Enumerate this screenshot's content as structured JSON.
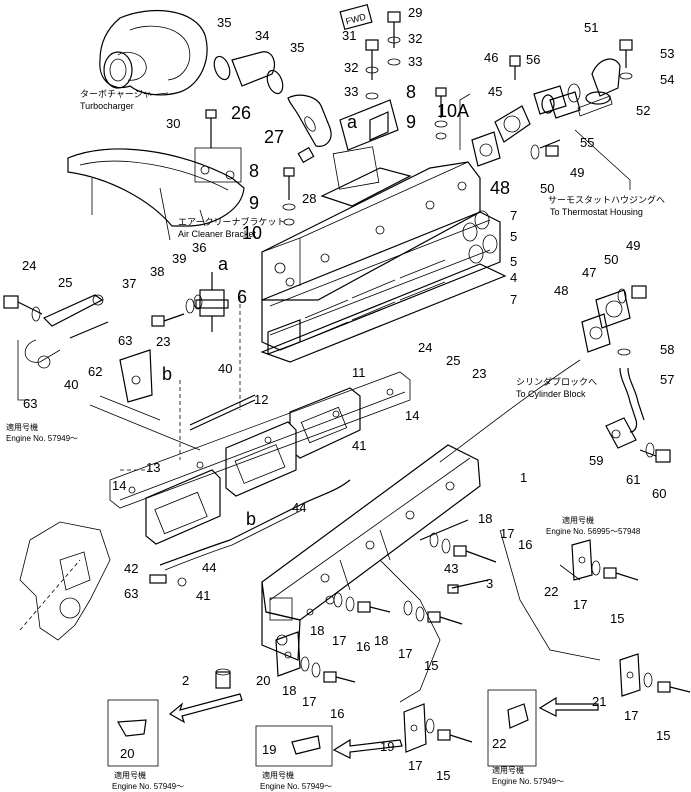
{
  "callouts": [
    {
      "id": "c35a",
      "label": "35"
    },
    {
      "id": "c34",
      "label": "34"
    },
    {
      "id": "c35b",
      "label": "35"
    },
    {
      "id": "c29",
      "label": "29"
    },
    {
      "id": "c31",
      "label": "31"
    },
    {
      "id": "c32a",
      "label": "32"
    },
    {
      "id": "c33a",
      "label": "33"
    },
    {
      "id": "c32b",
      "label": "32"
    },
    {
      "id": "c33b",
      "label": "33"
    },
    {
      "id": "c26",
      "label": "26"
    },
    {
      "id": "c33c",
      "label": "33"
    },
    {
      "id": "c30",
      "label": "30"
    },
    {
      "id": "c27",
      "label": "27"
    },
    {
      "id": "c8a",
      "label": "8"
    },
    {
      "id": "c9a",
      "label": "9"
    },
    {
      "id": "c10",
      "label": "10"
    },
    {
      "id": "c28",
      "label": "28"
    },
    {
      "id": "c36",
      "label": "36"
    },
    {
      "id": "c39",
      "label": "39"
    },
    {
      "id": "c38",
      "label": "38"
    },
    {
      "id": "c37",
      "label": "37"
    },
    {
      "id": "c6",
      "label": "6"
    },
    {
      "id": "c24a",
      "label": "24"
    },
    {
      "id": "c25a",
      "label": "25"
    },
    {
      "id": "c63a",
      "label": "63"
    },
    {
      "id": "c62",
      "label": "62"
    },
    {
      "id": "c40a",
      "label": "40"
    },
    {
      "id": "c63b",
      "label": "63"
    },
    {
      "id": "c23a",
      "label": "23"
    },
    {
      "id": "c40b",
      "label": "40"
    },
    {
      "id": "c12",
      "label": "12"
    },
    {
      "id": "c11",
      "label": "11"
    },
    {
      "id": "c13",
      "label": "13"
    },
    {
      "id": "c14a",
      "label": "14"
    },
    {
      "id": "c41a",
      "label": "41"
    },
    {
      "id": "c44a",
      "label": "44"
    },
    {
      "id": "c42",
      "label": "42"
    },
    {
      "id": "c44b",
      "label": "44"
    },
    {
      "id": "c63c",
      "label": "63"
    },
    {
      "id": "c41b",
      "label": "41"
    },
    {
      "id": "c14b",
      "label": "14"
    },
    {
      "id": "c24b",
      "label": "24"
    },
    {
      "id": "c25b",
      "label": "25"
    },
    {
      "id": "c23b",
      "label": "23"
    },
    {
      "id": "c1",
      "label": "1"
    },
    {
      "id": "c18a",
      "label": "18"
    },
    {
      "id": "c17a",
      "label": "17"
    },
    {
      "id": "c16a",
      "label": "16"
    },
    {
      "id": "c43",
      "label": "43"
    },
    {
      "id": "c3",
      "label": "3"
    },
    {
      "id": "c8b",
      "label": "8"
    },
    {
      "id": "c9b",
      "label": "9"
    },
    {
      "id": "c10A",
      "label": "10A"
    },
    {
      "id": "c48a",
      "label": "48"
    },
    {
      "id": "c7a",
      "label": "7"
    },
    {
      "id": "c5a",
      "label": "5"
    },
    {
      "id": "c5b",
      "label": "5"
    },
    {
      "id": "c4",
      "label": "4"
    },
    {
      "id": "c7b",
      "label": "7"
    },
    {
      "id": "c46",
      "label": "46"
    },
    {
      "id": "c45",
      "label": "45"
    },
    {
      "id": "c56",
      "label": "56"
    },
    {
      "id": "c51",
      "label": "51"
    },
    {
      "id": "c53",
      "label": "53"
    },
    {
      "id": "c54",
      "label": "54"
    },
    {
      "id": "c52",
      "label": "52"
    },
    {
      "id": "c55",
      "label": "55"
    },
    {
      "id": "c50a",
      "label": "50"
    },
    {
      "id": "c49a",
      "label": "49"
    },
    {
      "id": "c49b",
      "label": "49"
    },
    {
      "id": "c47",
      "label": "47"
    },
    {
      "id": "c50b",
      "label": "50"
    },
    {
      "id": "c48b",
      "label": "48"
    },
    {
      "id": "c58",
      "label": "58"
    },
    {
      "id": "c57",
      "label": "57"
    },
    {
      "id": "c59",
      "label": "59"
    },
    {
      "id": "c61",
      "label": "61"
    },
    {
      "id": "c60",
      "label": "60"
    },
    {
      "id": "c22a",
      "label": "22"
    },
    {
      "id": "c17b",
      "label": "17"
    },
    {
      "id": "c15a",
      "label": "15"
    },
    {
      "id": "c18b",
      "label": "18"
    },
    {
      "id": "c17c",
      "label": "17"
    },
    {
      "id": "c16b",
      "label": "16"
    },
    {
      "id": "c18c",
      "label": "18"
    },
    {
      "id": "c17d",
      "label": "17"
    },
    {
      "id": "c15b",
      "label": "15"
    },
    {
      "id": "c2",
      "label": "2"
    },
    {
      "id": "c20a",
      "label": "20"
    },
    {
      "id": "c18d",
      "label": "18"
    },
    {
      "id": "c17e",
      "label": "17"
    },
    {
      "id": "c16c",
      "label": "16"
    },
    {
      "id": "c20b",
      "label": "20"
    },
    {
      "id": "c19a",
      "label": "19"
    },
    {
      "id": "c19b",
      "label": "19"
    },
    {
      "id": "c17f",
      "label": "17"
    },
    {
      "id": "c15c",
      "label": "15"
    },
    {
      "id": "c22b",
      "label": "22"
    },
    {
      "id": "c21",
      "label": "21"
    },
    {
      "id": "c17g",
      "label": "17"
    },
    {
      "id": "c15d",
      "label": "15"
    }
  ],
  "letters": {
    "a1": "a",
    "a2": "a",
    "b1": "b",
    "b2": "b"
  },
  "fwd_mark": "FWD",
  "captions": {
    "turbocharger_jp": "ターボチャージャ",
    "turbocharger_en": "Turbocharger",
    "air_cleaner_jp": "エアークリーナブラケット",
    "air_cleaner_en": "Air Cleaner Bracket",
    "thermostat_jp": "サーモスタットハウジングへ",
    "thermostat_en": "To Thermostat Housing",
    "cylinder_jp": "シリンダブロックへ",
    "cylinder_en": "To Cylinder Block"
  },
  "engine_notes": [
    {
      "id": "e1",
      "jp": "適用号機",
      "en": "Engine  No. 57949～"
    },
    {
      "id": "e2",
      "jp": "適用号機",
      "en": "Engine  No. 56995～57948"
    },
    {
      "id": "e3",
      "jp": "適用号機",
      "en": "Engine  No. 57949～"
    },
    {
      "id": "e4",
      "jp": "適用号機",
      "en": "Engine  No. 57949～"
    },
    {
      "id": "e5",
      "jp": "適用号機",
      "en": "Engine  No. 57949～"
    }
  ]
}
